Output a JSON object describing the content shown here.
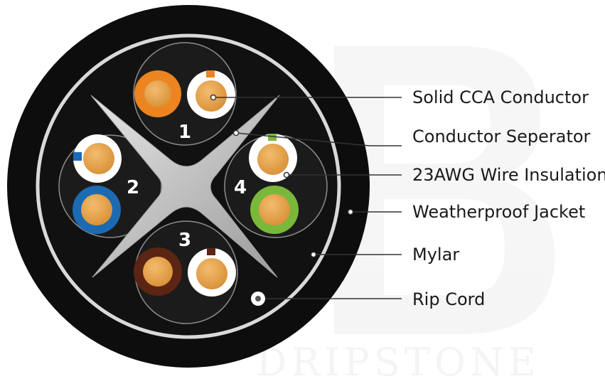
{
  "brand": {
    "name": "DRIPSTONE"
  },
  "pairs": [
    {
      "number": "1",
      "wires": [
        {
          "color": "solid-orange"
        },
        {
          "color": "white-orange-stripe"
        }
      ]
    },
    {
      "number": "2",
      "wires": [
        {
          "color": "white-blue-stripe"
        },
        {
          "color": "solid-blue"
        }
      ]
    },
    {
      "number": "3",
      "wires": [
        {
          "color": "solid-brown"
        },
        {
          "color": "white-brown-stripe"
        }
      ]
    },
    {
      "number": "4",
      "wires": [
        {
          "color": "white-green-stripe"
        },
        {
          "color": "solid-green"
        }
      ]
    }
  ],
  "callouts": [
    {
      "label": "Solid CCA Conductor"
    },
    {
      "label": "Conductor Seperator"
    },
    {
      "label": "23AWG Wire Insulation"
    },
    {
      "label": "Weatherproof Jacket"
    },
    {
      "label": "Mylar"
    },
    {
      "label": "Rip Cord"
    }
  ],
  "colors": {
    "jacket": "#0d0d0d",
    "mylar": "#d9d9d9",
    "separator": "#cfcfcf",
    "conductor": "#e8a24f",
    "orange": "#ec8420",
    "blue": "#1c6ab2",
    "brown": "#5c2413",
    "green": "#79b83a",
    "leader": "#333333"
  }
}
